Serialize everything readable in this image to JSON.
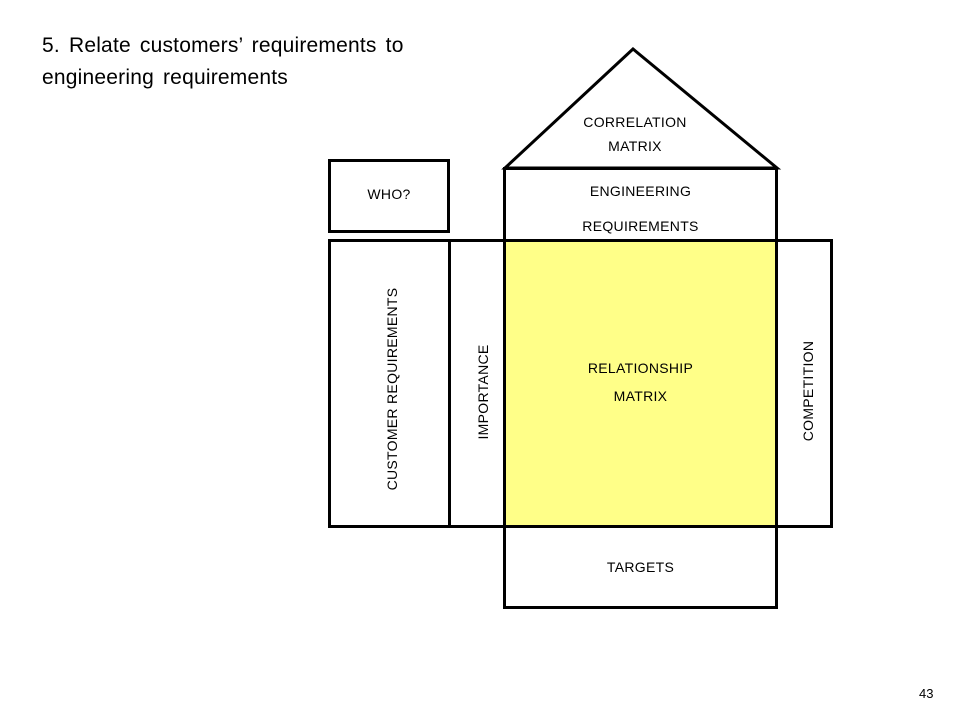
{
  "slide": {
    "title_line1": "5. Relate customers’ requirements to",
    "title_line2": "engineering requirements",
    "page_number": "43"
  },
  "diagram": {
    "roof_line1": "CORRELATION",
    "roof_line2": "MATRIX",
    "who_label": "WHO?",
    "engineering_line1": "ENGINEERING",
    "engineering_line2": "REQUIREMENTS",
    "customer_requirements_label": "CUSTOMER REQUIREMENTS",
    "importance_label": "IMPORTANCE",
    "relationship_line1": "RELATIONSHIP",
    "relationship_line2": "MATRIX",
    "competition_label": "COMPETITION",
    "targets_label": "TARGETS",
    "colors": {
      "relationship_fill": "#ffff88",
      "line": "#000000",
      "background": "#ffffff"
    }
  }
}
